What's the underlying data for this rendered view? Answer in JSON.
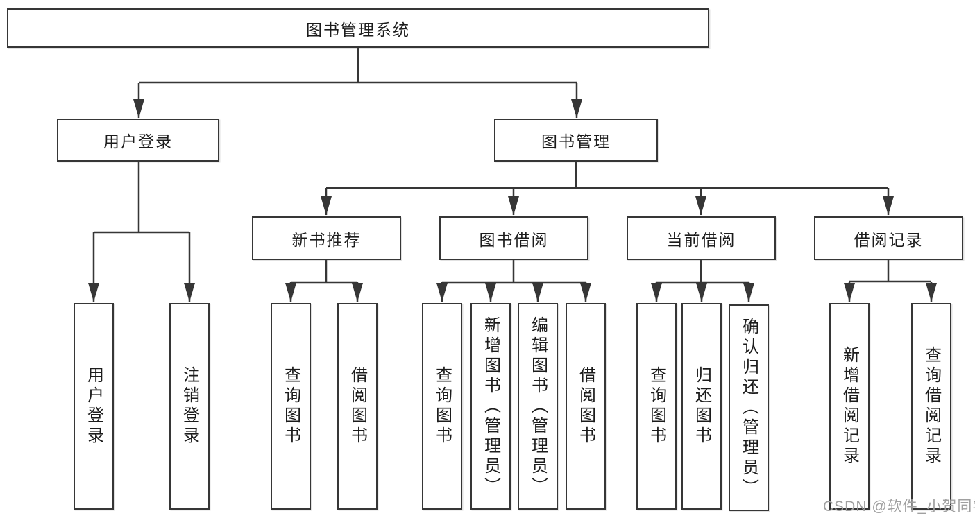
{
  "title": "图书管理系统",
  "colors": {
    "line": "#363636",
    "box_background": "#ffffff",
    "text": "#1c1c1c",
    "watermark": "#a0a0a0"
  },
  "watermark": {
    "text": "CSDN @软件_小贺同学"
  },
  "tree": {
    "root": {
      "label": "图书管理系统"
    },
    "branches": [
      {
        "label": "用户登录",
        "leaves": [
          "用户登录",
          "注销登录"
        ]
      },
      {
        "label": "图书管理",
        "children": [
          {
            "label": "新书推荐",
            "leaves": [
              "查询图书",
              "借阅图书"
            ]
          },
          {
            "label": "图书借阅",
            "leaves": [
              "查询图书",
              "新增图书（管理员）",
              "编辑图书（管理员）",
              "借阅图书"
            ]
          },
          {
            "label": "当前借阅",
            "leaves": [
              "查询图书",
              "归还图书",
              "确认归还（管理员）"
            ]
          },
          {
            "label": "借阅记录",
            "leaves": [
              "新增借阅记录",
              "查询借阅记录"
            ]
          }
        ]
      }
    ]
  }
}
